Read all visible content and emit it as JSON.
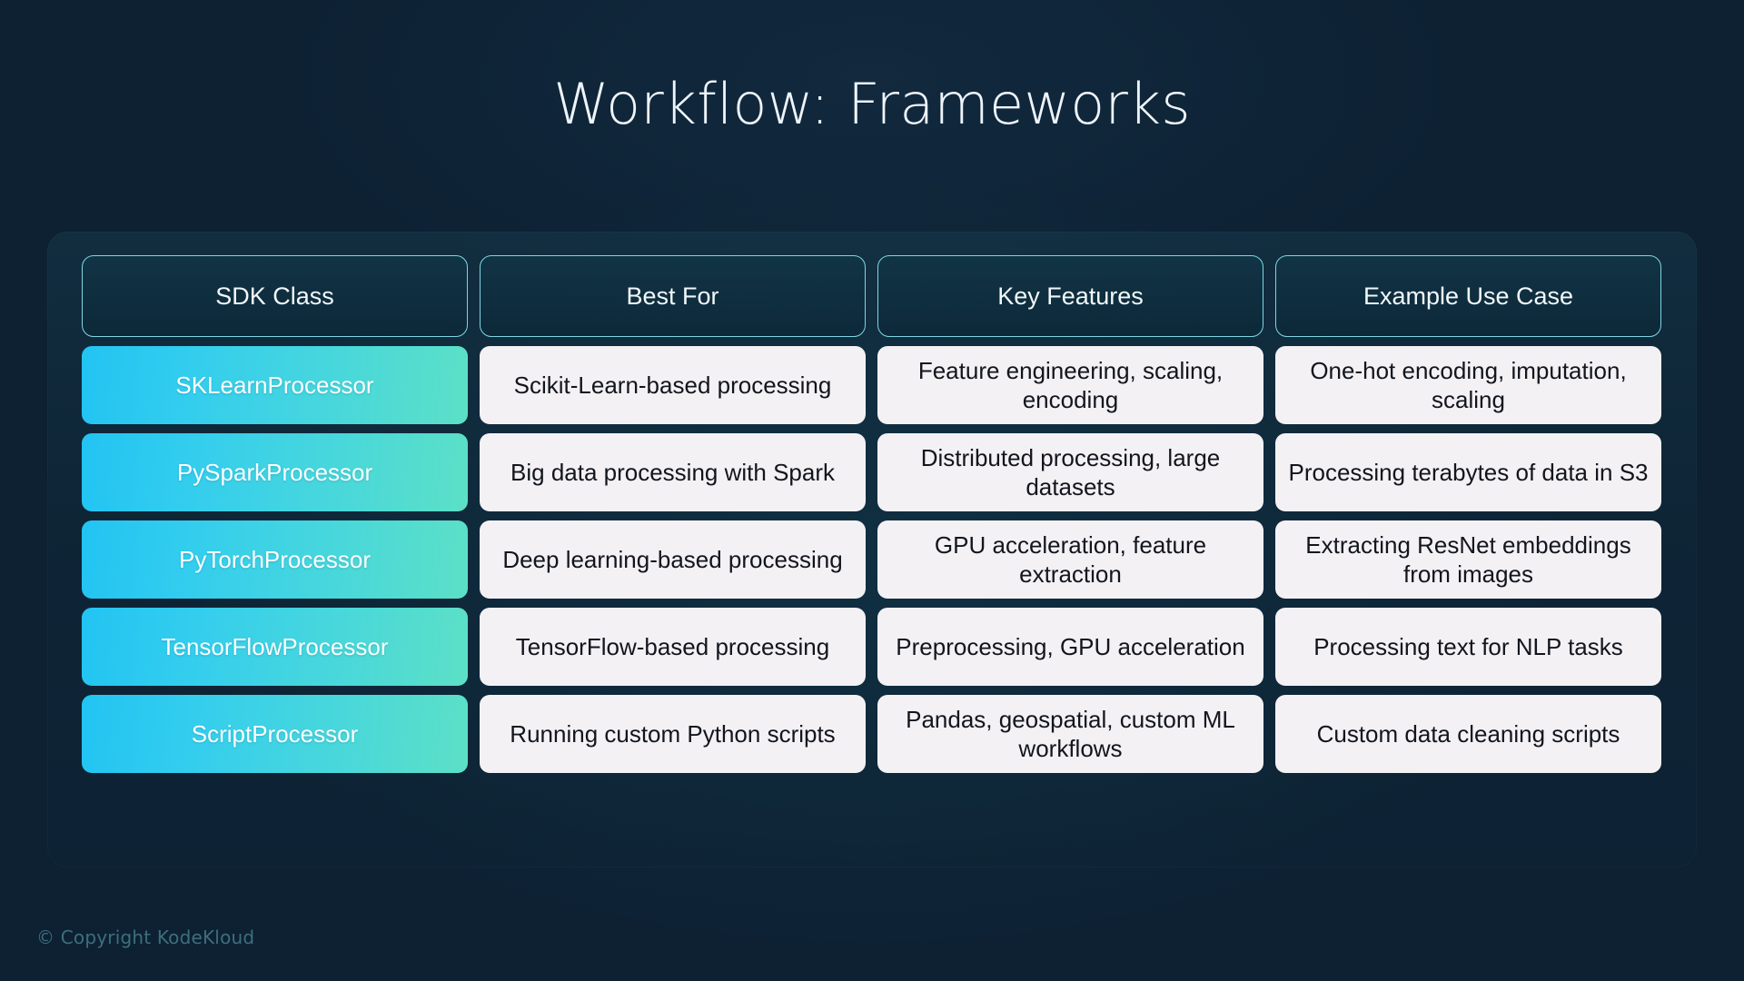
{
  "slide": {
    "title": "Workflow: Frameworks",
    "footer": "© Copyright KodeKloud",
    "accent_cyan": "#22c4f2",
    "accent_teal": "#5ce0c6",
    "background": "#0d2133",
    "header_border": "#7fd6e3",
    "light_cell_bg": "#f4f1f5",
    "footer_color": "#3e6e7c"
  },
  "table": {
    "headers": [
      "SDK Class",
      "Best For",
      "Key Features",
      "Example Use Case"
    ],
    "rows": [
      {
        "sdk_class": "SKLearnProcessor",
        "best_for": "Scikit-Learn-based processing",
        "key_features": "Feature engineering, scaling, encoding",
        "example_use_case": "One-hot encoding, imputation, scaling"
      },
      {
        "sdk_class": "PySparkProcessor",
        "best_for": "Big data processing with Spark",
        "key_features": "Distributed processing, large datasets",
        "example_use_case": "Processing terabytes of data in S3"
      },
      {
        "sdk_class": "PyTorchProcessor",
        "best_for": "Deep learning-based processing",
        "key_features": "GPU acceleration, feature extraction",
        "example_use_case": "Extracting ResNet embeddings from images"
      },
      {
        "sdk_class": "TensorFlowProcessor",
        "best_for": "TensorFlow-based processing",
        "key_features": "Preprocessing, GPU acceleration",
        "example_use_case": "Processing text for NLP tasks"
      },
      {
        "sdk_class": "ScriptProcessor",
        "best_for": "Running custom Python scripts",
        "key_features": "Pandas, geospatial, custom ML workflows",
        "example_use_case": "Custom data cleaning scripts"
      }
    ]
  }
}
